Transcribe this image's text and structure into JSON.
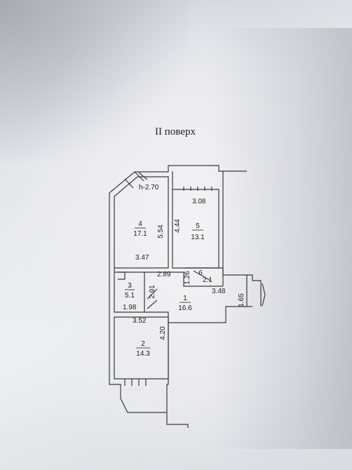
{
  "floor_title": "II поверх",
  "ceiling_height": "h-2.70",
  "rooms": [
    {
      "number": "1",
      "area": "16.6"
    },
    {
      "number": "2",
      "area": "14.3"
    },
    {
      "number": "3",
      "area": "5.1"
    },
    {
      "number": "4",
      "area": "17.1"
    },
    {
      "number": "5",
      "area": "13.1"
    },
    {
      "number": "6",
      "area": "2.1"
    }
  ],
  "dimensions": {
    "d_3_08": "3.08",
    "d_5_54": "5.54",
    "d_4_44": "4.44",
    "d_3_47": "3.47",
    "d_2_89": "2.89",
    "d_1_26": "1.26",
    "d_3_48": "3.48",
    "d_1_65": "1.65",
    "d_2_91": "2.91",
    "d_1_98": "1.98",
    "d_3_52": "3.52",
    "d_4_20": "4.20"
  }
}
